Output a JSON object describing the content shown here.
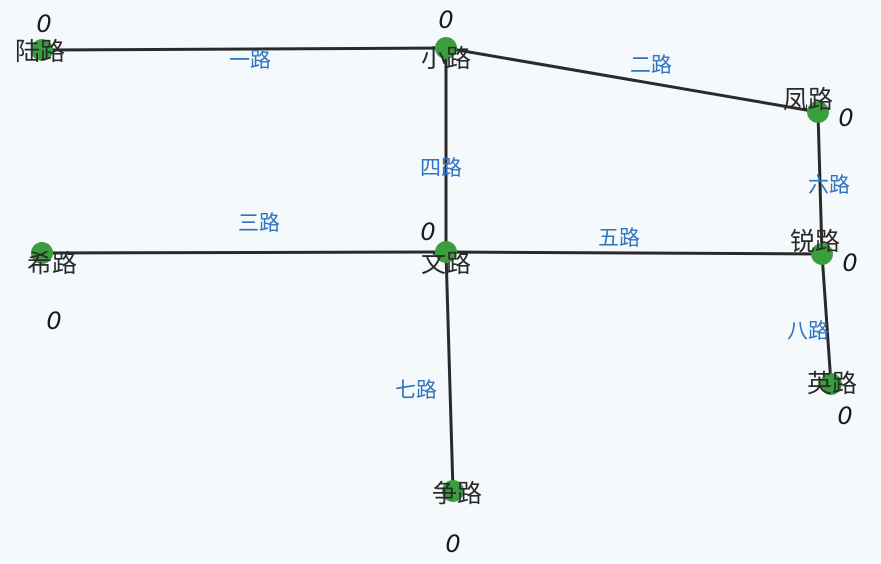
{
  "nodes": [
    {
      "id": "lu",
      "label": "陆路",
      "value": "0"
    },
    {
      "id": "xiao",
      "label": "小路",
      "value": "0"
    },
    {
      "id": "feng",
      "label": "凤路",
      "value": "0"
    },
    {
      "id": "xi",
      "label": "希路",
      "value": "0"
    },
    {
      "id": "wen",
      "label": "文路",
      "value": "0"
    },
    {
      "id": "rui",
      "label": "锐路",
      "value": "0"
    },
    {
      "id": "ying",
      "label": "英路",
      "value": "0"
    },
    {
      "id": "zheng",
      "label": "争路",
      "value": "0"
    }
  ],
  "edges": [
    {
      "from": "lu",
      "to": "xiao",
      "label": "一路"
    },
    {
      "from": "xiao",
      "to": "feng",
      "label": "二路"
    },
    {
      "from": "xi",
      "to": "wen",
      "label": "三路"
    },
    {
      "from": "xiao",
      "to": "wen",
      "label": "四路"
    },
    {
      "from": "wen",
      "to": "rui",
      "label": "五路"
    },
    {
      "from": "feng",
      "to": "rui",
      "label": "六路"
    },
    {
      "from": "wen",
      "to": "zheng",
      "label": "七路"
    },
    {
      "from": "rui",
      "to": "ying",
      "label": "八路"
    }
  ],
  "colors": {
    "background": "#f5f9fc",
    "edge": "#2a2a2a",
    "edge_label": "#2f74c0",
    "node": "#3a9d3e",
    "node_label": "#2a2a2a"
  }
}
